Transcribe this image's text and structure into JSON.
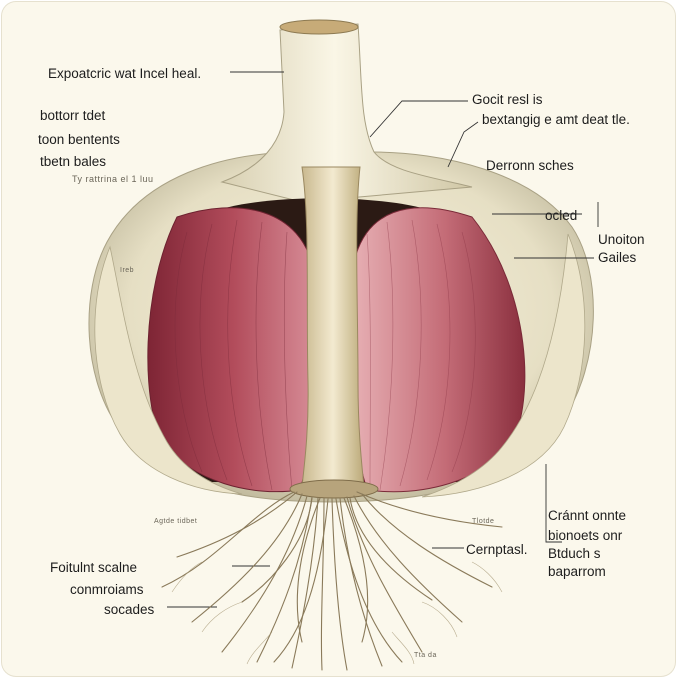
{
  "colors": {
    "background": "#fbf8ec",
    "skin": "#e9e3cc",
    "clove": "#a9434f",
    "stem": "#e3d6b4",
    "roots": "#8a7a5a",
    "leader": "#333333"
  },
  "labels": {
    "top_left": "Expoatcric wat Incel heal.",
    "left_1": "bottorr tdet",
    "left_2": "toon bentents",
    "left_3": "tbetn bales",
    "left_small": "Ty rattrina el 1 luu",
    "right_1": "Gocit resl is",
    "right_2": "bextangig e amt deat tle.",
    "right_3": "Derronn sches",
    "right_4": "ocled",
    "right_5": "Unoiton",
    "right_6": "Gailes",
    "right_7": "Cránnt onnte",
    "right_8": "bionoets onr",
    "right_9": "Btduch s",
    "right_10": "baparrom",
    "center_right": "Cernptasl.",
    "bottom_left_1": "Foitulnt scalne",
    "bottom_left_2": "conmroiams",
    "bottom_left_3": "socades",
    "tiny_inner": "Ireb",
    "tiny_left": "Agtde tidbet",
    "tiny_right": "Tlotde",
    "tiny_bottom": "Tta da"
  }
}
